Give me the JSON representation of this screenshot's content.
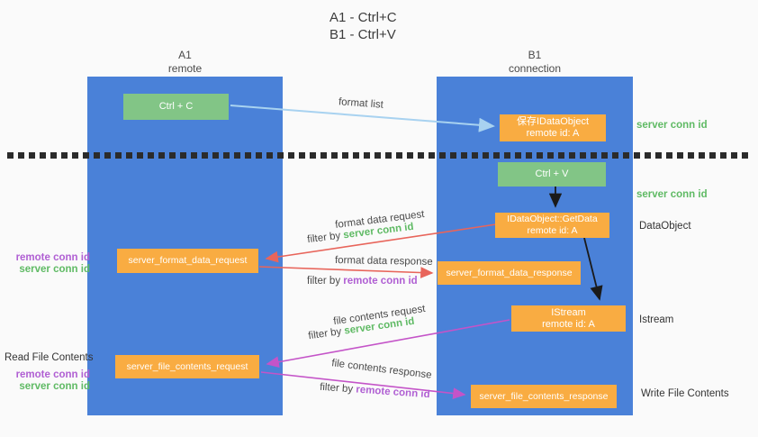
{
  "title": {
    "line1": "A1 - Ctrl+C",
    "line2": "B1 - Ctrl+V"
  },
  "columns": {
    "a1": {
      "name": "A1",
      "role": "remote"
    },
    "b1": {
      "name": "B1",
      "role": "connection"
    }
  },
  "boxes": {
    "ctrl_c": "Ctrl + C",
    "ctrl_v": "Ctrl + V",
    "save_idataobject": {
      "line1": "保存IDataObject",
      "line2": "remote id: A"
    },
    "getdata": {
      "line1": "IDataObject::GetData",
      "line2": "remote id: A"
    },
    "istream": {
      "line1": "IStream",
      "line2": "remote id: A"
    },
    "format_request": "server_format_data_request",
    "format_response": "server_format_data_response",
    "file_request": "server_file_contents_request",
    "file_response": "server_file_contents_response"
  },
  "side_labels": {
    "server_conn_id_right_top": "server conn id",
    "server_conn_id_right_mid": "server conn id",
    "dataobject": "DataObject",
    "istream": "Istream",
    "remote_conn_id": "remote conn id",
    "server_conn_id": "server conn id",
    "read_file_contents": "Read File Contents",
    "write_file_contents": "Write File Contents"
  },
  "arrow_labels": {
    "format_list": "format list",
    "format_data_request": "format data request",
    "format_data_response": "format data response",
    "file_contents_request": "file contents request",
    "file_contents_response": "file contents response",
    "filter_by": "filter by ",
    "server_conn_id": "server conn id",
    "remote_conn_id": "remote conn id"
  },
  "colors": {
    "background": "#fafafa",
    "column_blue": "#4a81d8",
    "box_green": "#82c586",
    "box_orange": "#f9ac42",
    "arrow_lightblue": "#a8d2f0",
    "arrow_red": "#e8655b",
    "arrow_magenta": "#c454c8",
    "arrow_black": "#1a1a1a",
    "text_green": "#5fba64",
    "text_purple": "#b05fd3"
  }
}
